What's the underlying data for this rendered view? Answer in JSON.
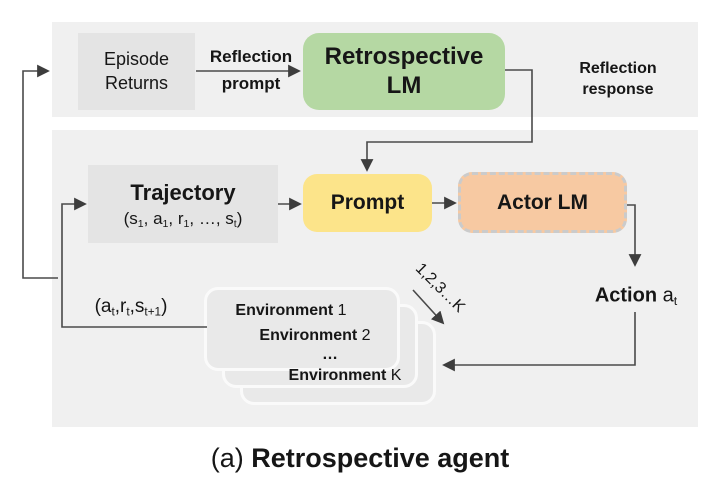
{
  "colors": {
    "panel": "#f0f0f0",
    "gray_box": "#e4e4e4",
    "green": "#b5d8a3",
    "yellow": "#fce48a",
    "peach": "#f7c9a2",
    "card": "#e9e9e9",
    "dashed_border": "#cbcbcb",
    "line": "#3d3d3d"
  },
  "top_panel": {
    "episode_returns": {
      "line1": "Episode",
      "line2": "Returns"
    },
    "reflection_prompt": {
      "line1": "Reflection",
      "line2": "prompt"
    },
    "retrospective_lm": {
      "line1": "Retrospective",
      "line2": "LM"
    },
    "reflection_response": {
      "line1": "Reflection",
      "line2": "response"
    }
  },
  "bottom_panel": {
    "trajectory": {
      "title": "Trajectory",
      "subtitle_parts": [
        {
          "t": "(s"
        },
        {
          "s": "1"
        },
        {
          "t": ", a"
        },
        {
          "s": "1"
        },
        {
          "t": ", r"
        },
        {
          "s": "1"
        },
        {
          "t": ", …, s"
        },
        {
          "s": "t"
        },
        {
          "t": ")"
        }
      ]
    },
    "prompt": {
      "label": "Prompt"
    },
    "actor_lm": {
      "label": "Actor LM"
    },
    "action": {
      "label": "Action",
      "symbol_parts": [
        {
          "t": " a"
        },
        {
          "s": "t"
        }
      ]
    },
    "transition_parts": [
      {
        "t": "(a"
      },
      {
        "s": "t"
      },
      {
        "t": ",r"
      },
      {
        "s": "t"
      },
      {
        "t": ",s"
      },
      {
        "s": "t+1"
      },
      {
        "t": ")"
      }
    ],
    "env_count_label": "1,2,3…K",
    "environments": [
      {
        "name": "Environment",
        "index": "1"
      },
      {
        "name": "Environment",
        "index": "2"
      },
      {
        "name": "…",
        "index": ""
      },
      {
        "name": "Environment",
        "index": "K"
      }
    ]
  },
  "caption": {
    "prefix": "(a) ",
    "title": "Retrospective agent"
  }
}
